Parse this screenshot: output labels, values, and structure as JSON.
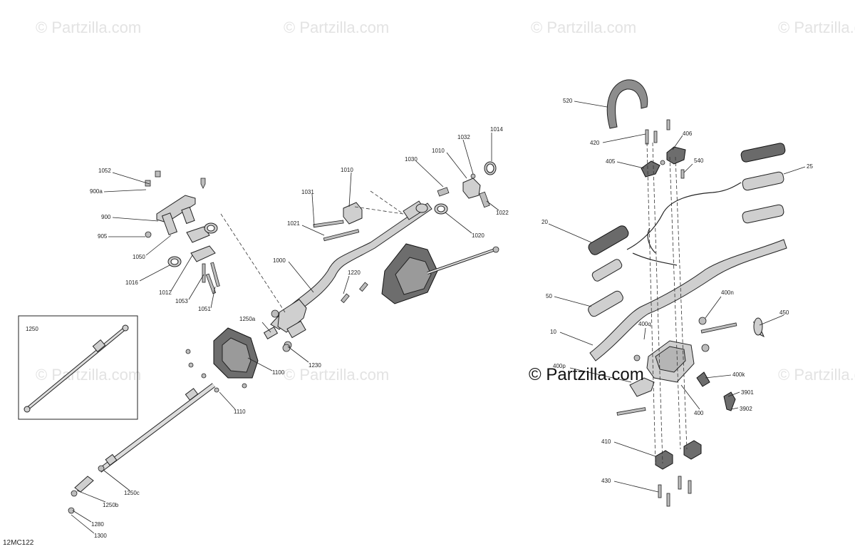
{
  "watermark": {
    "text": "© Partzilla.com",
    "center_text": "© Partzilla.com"
  },
  "diagram_code": "12MC122",
  "inset_box_label": "1250",
  "callouts": [
    {
      "id": "1052",
      "label": "1052"
    },
    {
      "id": "900a",
      "label": "900a"
    },
    {
      "id": "900",
      "label": "900"
    },
    {
      "id": "905",
      "label": "905"
    },
    {
      "id": "1050",
      "label": "1050"
    },
    {
      "id": "1016",
      "label": "1016"
    },
    {
      "id": "1012",
      "label": "1012"
    },
    {
      "id": "1053",
      "label": "1053"
    },
    {
      "id": "1051",
      "label": "1051"
    },
    {
      "id": "1010a",
      "label": "1010"
    },
    {
      "id": "1031",
      "label": "1031"
    },
    {
      "id": "1021",
      "label": "1021"
    },
    {
      "id": "1000",
      "label": "1000"
    },
    {
      "id": "1030",
      "label": "1030"
    },
    {
      "id": "1010b",
      "label": "1010"
    },
    {
      "id": "1032",
      "label": "1032"
    },
    {
      "id": "1014",
      "label": "1014"
    },
    {
      "id": "1022",
      "label": "1022"
    },
    {
      "id": "1020",
      "label": "1020"
    },
    {
      "id": "1220",
      "label": "1220"
    },
    {
      "id": "1230",
      "label": "1230"
    },
    {
      "id": "1250a",
      "label": "1250a"
    },
    {
      "id": "1100",
      "label": "1100"
    },
    {
      "id": "1110",
      "label": "1110"
    },
    {
      "id": "1250c",
      "label": "1250c"
    },
    {
      "id": "1250b",
      "label": "1250b"
    },
    {
      "id": "1280",
      "label": "1280"
    },
    {
      "id": "1300",
      "label": "1300"
    },
    {
      "id": "520",
      "label": "520"
    },
    {
      "id": "420",
      "label": "420"
    },
    {
      "id": "406",
      "label": "406"
    },
    {
      "id": "405",
      "label": "405"
    },
    {
      "id": "540",
      "label": "540"
    },
    {
      "id": "25",
      "label": "25"
    },
    {
      "id": "20",
      "label": "20"
    },
    {
      "id": "50",
      "label": "50"
    },
    {
      "id": "10",
      "label": "10"
    },
    {
      "id": "400n",
      "label": "400n"
    },
    {
      "id": "450",
      "label": "450"
    },
    {
      "id": "400q",
      "label": "400q"
    },
    {
      "id": "400p",
      "label": "400p"
    },
    {
      "id": "400k",
      "label": "400k"
    },
    {
      "id": "3901",
      "label": "3901"
    },
    {
      "id": "3902",
      "label": "3902"
    },
    {
      "id": "400",
      "label": "400"
    },
    {
      "id": "410",
      "label": "410"
    },
    {
      "id": "430",
      "label": "430"
    }
  ]
}
